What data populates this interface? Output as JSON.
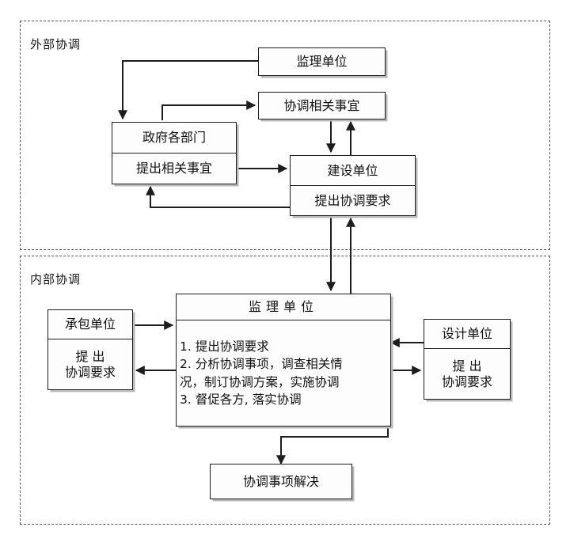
{
  "diagram": {
    "regions": [
      {
        "id": "external",
        "label": "外部协调"
      },
      {
        "id": "internal",
        "label": "内部协调"
      }
    ],
    "nodes": {
      "supervision_top": {
        "title": "监理单位"
      },
      "coordination_matters": {
        "title": "协调相关事宜"
      },
      "government": {
        "title": "政府各部门",
        "sub": "提出相关事宜"
      },
      "construction_unit": {
        "title": "建设单位",
        "sub": "提出协调要求"
      },
      "supervision_center": {
        "title": "监理单位",
        "line1": "1. 提出协调要求",
        "line2": "2. 分析协调事项，调查相关情",
        "line3": "况，制订协调方案，实施协调",
        "line4": "3. 督促各方, 落实协调"
      },
      "contractor": {
        "title": "承包单位",
        "sub_line1": "提    出",
        "sub_line2": "协调要求"
      },
      "designer": {
        "title": "设计单位",
        "sub_line1": "提    出",
        "sub_line2": "协调要求"
      },
      "resolved": {
        "title": "协调事项解决"
      }
    },
    "colors": {
      "stroke": "#1d1d1d",
      "shadow": "#b9b9b9",
      "dashed": "#555555",
      "fill": "#fdfdfd",
      "text": "#111111"
    }
  }
}
